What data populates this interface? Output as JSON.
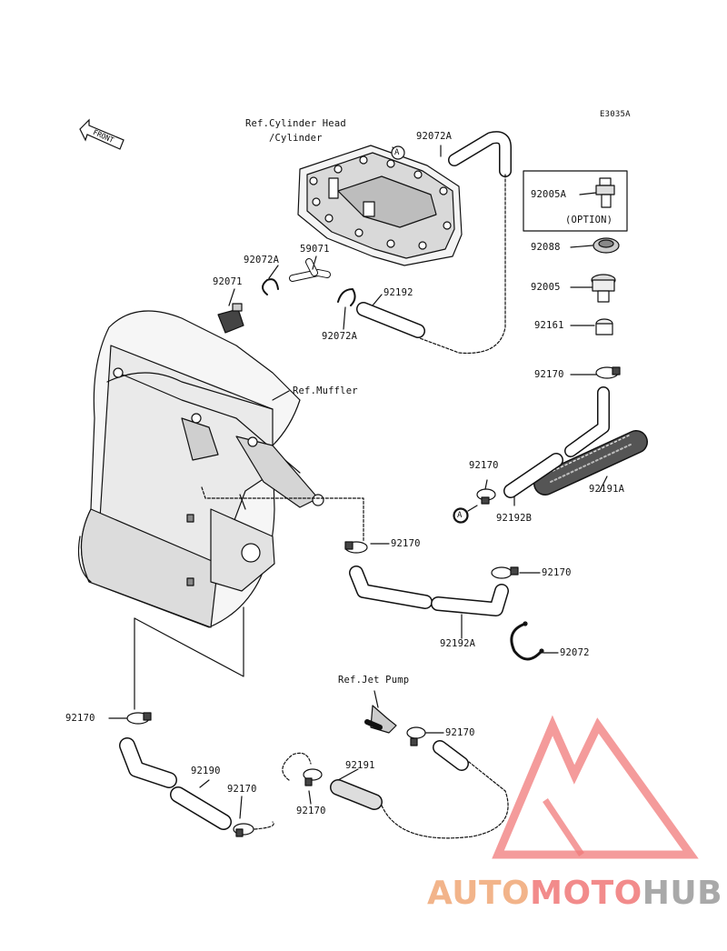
{
  "diagram": {
    "code": "E3035A",
    "front_label": "FRONT",
    "labels": {
      "ref_cylinder_head_1": "Ref.Cylinder Head",
      "ref_cylinder_head_2": "/Cylinder",
      "p_92072A_top": "92072A",
      "p_92005A": "92005A",
      "option": "(OPTION)",
      "p_92088": "92088",
      "p_92005": "92005",
      "p_92161": "92161",
      "p_92170_right": "92170",
      "p_92072A_mid": "92072A",
      "p_59071": "59071",
      "p_92071": "92071",
      "p_92192": "92192",
      "p_92072A_low": "92072A",
      "ref_muffler": "Ref.Muffler",
      "p_92170_mid": "92170",
      "p_92192B": "92192B",
      "p_92191A": "92191A",
      "p_92170_center": "92170",
      "p_92170_r2": "92170",
      "p_92192A": "92192A",
      "p_92072": "92072",
      "ref_jet_pump": "Ref.Jet Pump",
      "p_92170_left": "92170",
      "p_92170_jet": "92170",
      "p_92190": "92190",
      "p_92170_low1": "92170",
      "p_92191": "92191",
      "p_92170_low2": "92170",
      "callout_a": "A"
    }
  },
  "watermark": {
    "part1": "AUTO",
    "part2": "MOTO",
    "part3": "HUB",
    "colors": {
      "auto": "#f2b48a",
      "moto": "#f28b8b",
      "hub": "#a9a9a9",
      "triangle": "#f07a7a"
    }
  }
}
